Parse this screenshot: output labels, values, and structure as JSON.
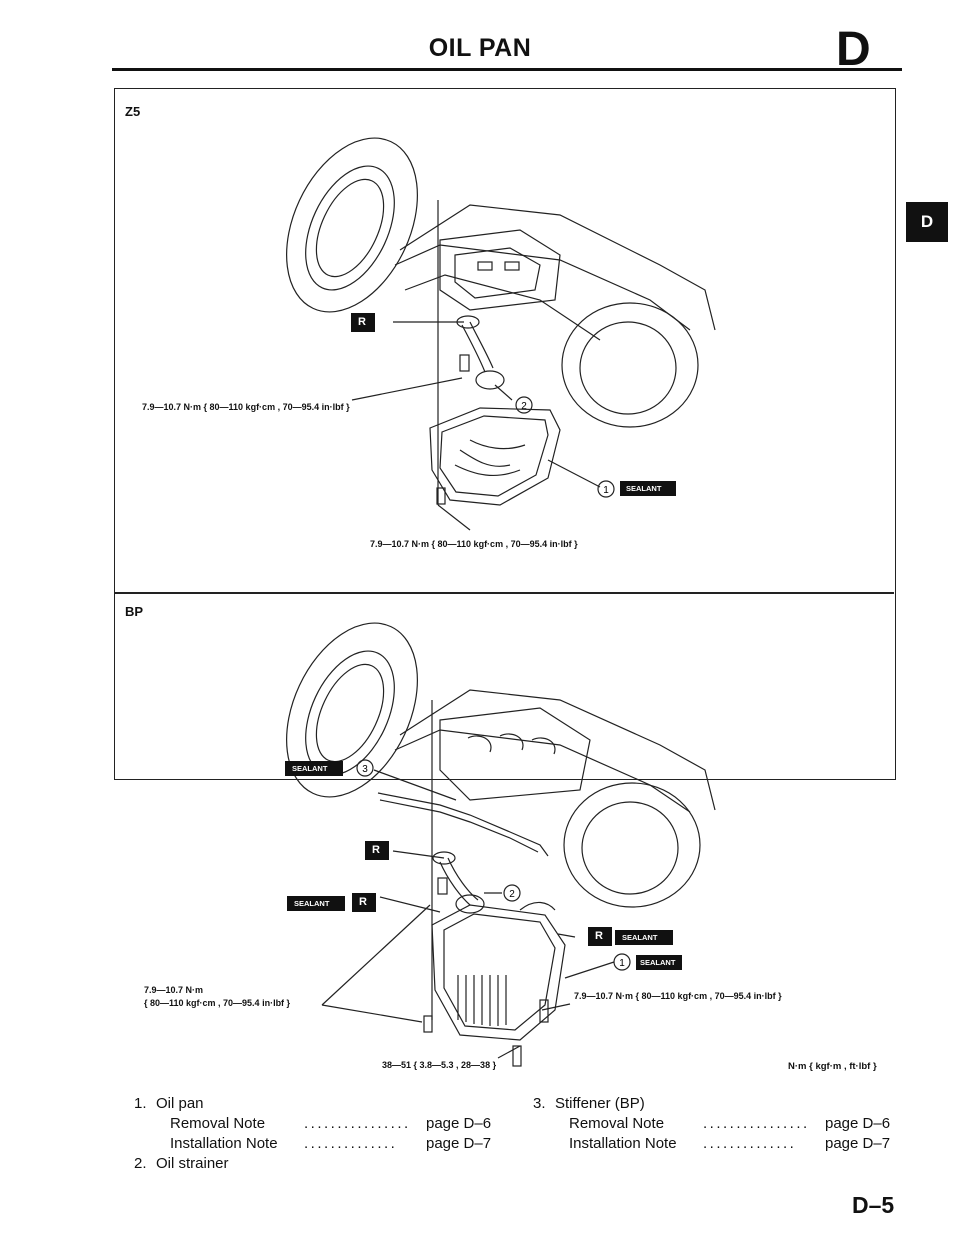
{
  "header": {
    "title": "OIL PAN",
    "section_letter": "D"
  },
  "side_tab": {
    "label": "D"
  },
  "figure": {
    "panel_top": {
      "label": "Z5",
      "spec_upper": "7.9—10.7 N·m { 80—110 kgf·cm , 70—95.4 in·lbf }",
      "spec_lower": "7.9—10.7 N·m { 80—110 kgf·cm , 70—95.4 in·lbf }",
      "callouts": [
        "①",
        "②"
      ],
      "badge_r": "R",
      "badge_sealant": "SEALANT"
    },
    "panel_bottom": {
      "label": "BP",
      "spec_left_line1": "7.9—10.7 N·m",
      "spec_left_line2": "{ 80—110 kgf·cm , 70—95.4 in·lbf }",
      "spec_right": "7.9—10.7 N·m { 80—110 kgf·cm , 70—95.4 in·lbf }",
      "spec_bottom": "38—51 { 3.8—5.3 , 28—38 }",
      "callouts": [
        "①",
        "②",
        "③"
      ],
      "badge_r": "R",
      "badge_sealant": "SEALANT"
    },
    "unit_note": "N·m { kgf·m , ft·lbf }"
  },
  "legend": {
    "left": {
      "item1": {
        "num": "1.",
        "label": "Oil pan"
      },
      "item1_sub1": {
        "label": "Removal Note",
        "dots": "................",
        "page": "page D–6"
      },
      "item1_sub2": {
        "label": "Installation Note",
        "dots": "..............",
        "page": "page D–7"
      },
      "item2": {
        "num": "2.",
        "label": "Oil strainer"
      }
    },
    "right": {
      "item3": {
        "num": "3.",
        "label": "Stiffener (BP)"
      },
      "item3_sub1": {
        "label": "Removal Note",
        "dots": "................",
        "page": "page D–6"
      },
      "item3_sub2": {
        "label": "Installation Note",
        "dots": "..............",
        "page": "page D–7"
      }
    }
  },
  "page_number": "D–5"
}
